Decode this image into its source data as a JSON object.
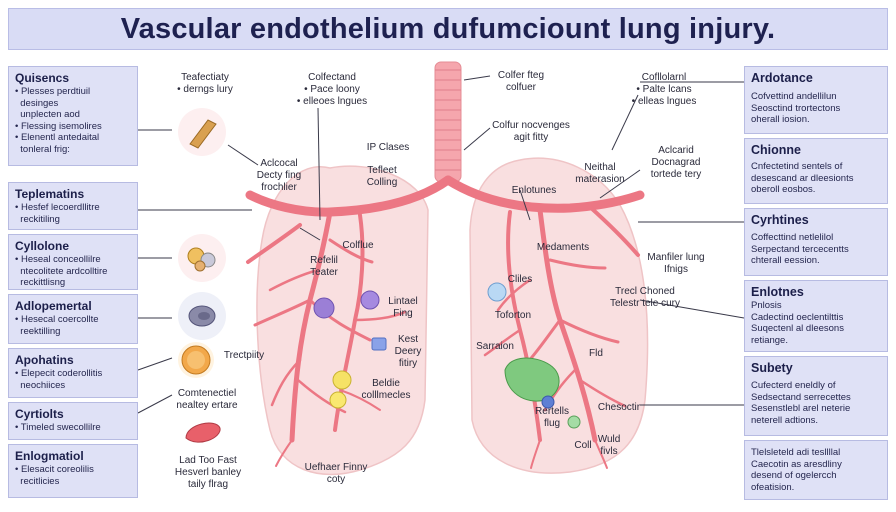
{
  "title": "Vascular endothelium dufumciount lung injury.",
  "left_boxes": [
    {
      "heading": "Quisencs",
      "lines": [
        "• Plesses perdtiuil",
        "  desinges",
        "  unplecten aod",
        "• Flessing isemolires",
        "• Elenentl antedaital",
        "  tonleral frig:"
      ]
    },
    {
      "heading": "Teplematins",
      "lines": [
        "• Hesfef lecoerdllitre",
        "  reckitiling"
      ]
    },
    {
      "heading": "Cyllolone",
      "lines": [
        "• Heseal conceollilre",
        "  ntecolitete ardcolltire",
        "  reckittlisng"
      ]
    },
    {
      "heading": "Adlopemertal",
      "lines": [
        "• Hesecal coercollte",
        "  reektilling"
      ]
    },
    {
      "heading": "Apohatins",
      "lines": [
        "• Elepecit coderollitis",
        "  neochiices"
      ]
    },
    {
      "heading": "Cyrtiolts",
      "lines": [
        "• Timeled swecollilre"
      ]
    },
    {
      "heading": "Enlogmatiol",
      "lines": [
        "• Elesacit coreolilis",
        "  recitlicies"
      ]
    }
  ],
  "right_boxes": [
    {
      "heading": "Ardotance",
      "lines": [
        "Cofvettind andellilun",
        "Seosctind trortectons",
        "oherall iosion."
      ]
    },
    {
      "heading": "Chionne",
      "lines": [
        "Cnfectetind sentels of",
        "desescand ar dleesionts",
        "oberoll eosbos."
      ]
    },
    {
      "heading": "Cyrhtines",
      "lines": [
        "Coffecttind netlelilol",
        "Serpectand tercecentts",
        "chterall eession."
      ]
    },
    {
      "heading": "Enlotnes",
      "lines": [
        "Pnlosis",
        "Cadectind oeclentilttis",
        "Suqectenl al dleesons",
        "retiange."
      ]
    },
    {
      "heading": "Subety",
      "lines": [
        "Cufecterd eneldly of",
        "Sedsectand serrecettes",
        "Sesenstlebl arel neterie",
        "neterell adtions."
      ]
    },
    {
      "heading": "",
      "lines": [
        "Tlelsleteld adi tesllllal",
        "Caecotin as aresdliny",
        "desend of ogelercch",
        "ofeatision."
      ]
    }
  ],
  "labels": {
    "l1": "Teafectiaty\n• derngs lury",
    "l2": "Colfectand\n• Pace loony\n• elleoes lngues",
    "l3": "Colfer fteg\ncolfuer",
    "l4": "Cofllolarnl\n• Palte lcans\n• elleas lngues",
    "l5": "IP Clases",
    "l6": "Colfur nocvenges\nagit fitty",
    "l7": "Aclcocal\nDecty fing\nfrochlier",
    "l8": "Tefleet\nColling",
    "l9": "Neithal\nmaterasion",
    "l10": "Aclcarid\nDocnagrad\ntortede tery",
    "l11": "Enlotunes",
    "l12": "Colflue",
    "l13": "Medaments",
    "l14": "Refelil\nTeater",
    "l15": "Manfiler lung\nIfnigs",
    "l16": "Cliles",
    "l17": "Trecl Choned\nTelestr tele cury",
    "l18": "Toforton",
    "l19": "Lintael\nFing",
    "l20": "Kest\nDeery\nfitiry",
    "l21": "Sarraion",
    "l22": "Fld",
    "l23": "Trectpiity",
    "l24": "Comtenectiel\nnealtey ertare",
    "l25": "Beldie\ncolllmecles",
    "l26": "Rertells\nflug",
    "l27": "Chesoctir",
    "l28": "Lad Too Fast\nHesverl banley\ntaily flrag",
    "l29": "Uefhaer Finny\ncoty",
    "l30": "Coll",
    "l31": "Wuld\nfivls"
  }
}
